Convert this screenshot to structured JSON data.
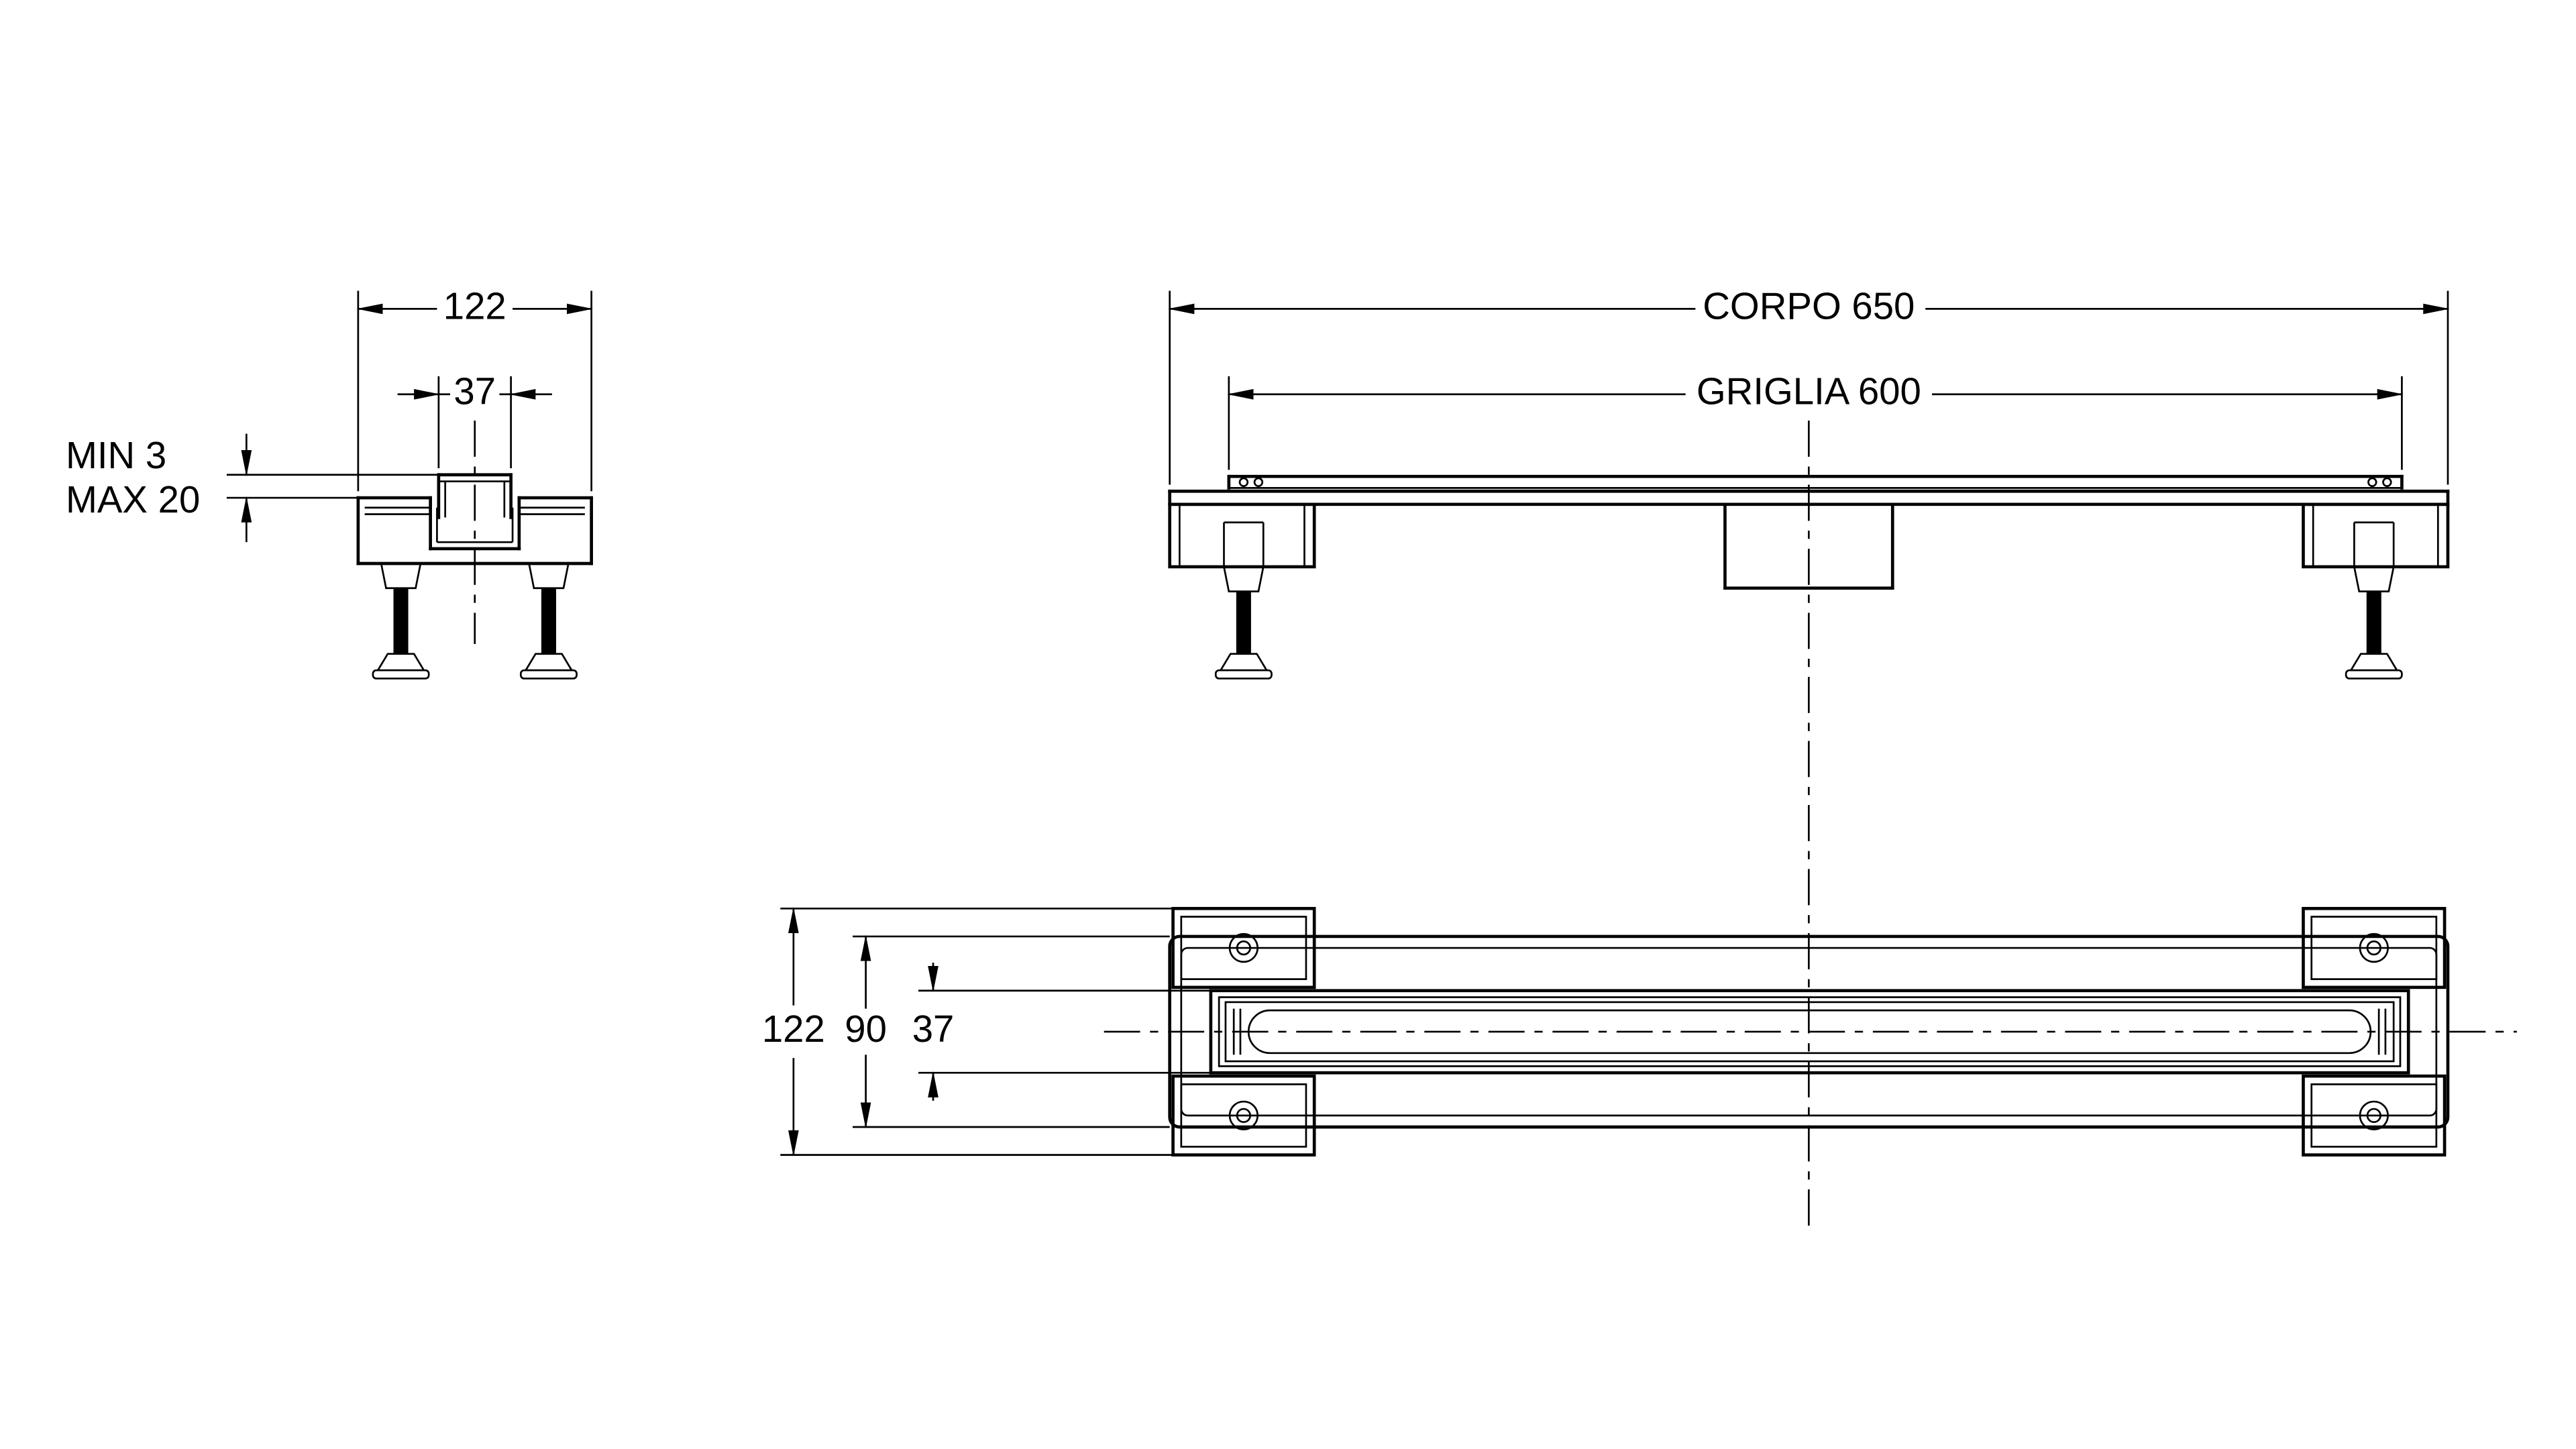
{
  "colors": {
    "line": "#000000",
    "background": "#ffffff"
  },
  "end_view": {
    "dim_overall_width": "122",
    "dim_grille_width": "37",
    "label_min": "MIN 3",
    "label_max": "MAX 20"
  },
  "side_view": {
    "dim_body_length": "CORPO 650",
    "dim_grille_length": "GRIGLIA 600"
  },
  "plan_view": {
    "dim_overall_depth": "122",
    "dim_body_depth": "90",
    "dim_channel_width": "37"
  }
}
